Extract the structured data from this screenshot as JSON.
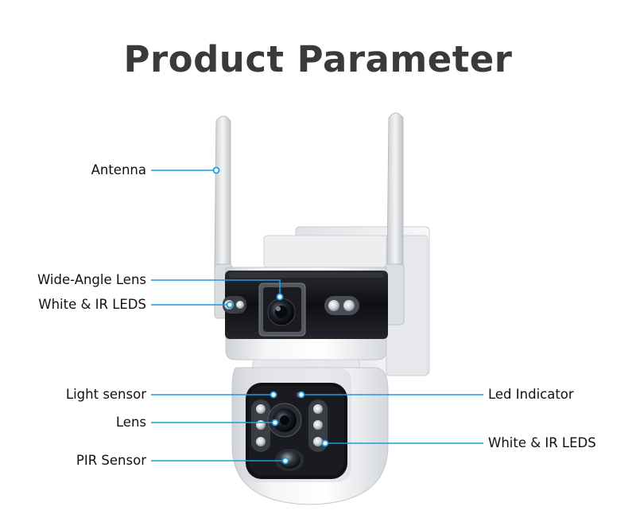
{
  "title": "Product Parameter",
  "colors": {
    "accent": "#1a9ee0",
    "title": "#3a3a3a",
    "background": "#ffffff"
  },
  "callouts": {
    "antenna": "Antenna",
    "wide_angle_lens": "Wide-Angle Lens",
    "white_ir_leds_top": "White & IR LEDS",
    "light_sensor": "Light sensor",
    "lens": "Lens",
    "pir_sensor": "PIR Sensor",
    "led_indicator": "Led Indicator",
    "white_ir_leds_bottom": "White & IR LEDS"
  },
  "product": {
    "name": "dual-lens-wifi-ptz-camera",
    "icon": "security-camera-icon"
  }
}
